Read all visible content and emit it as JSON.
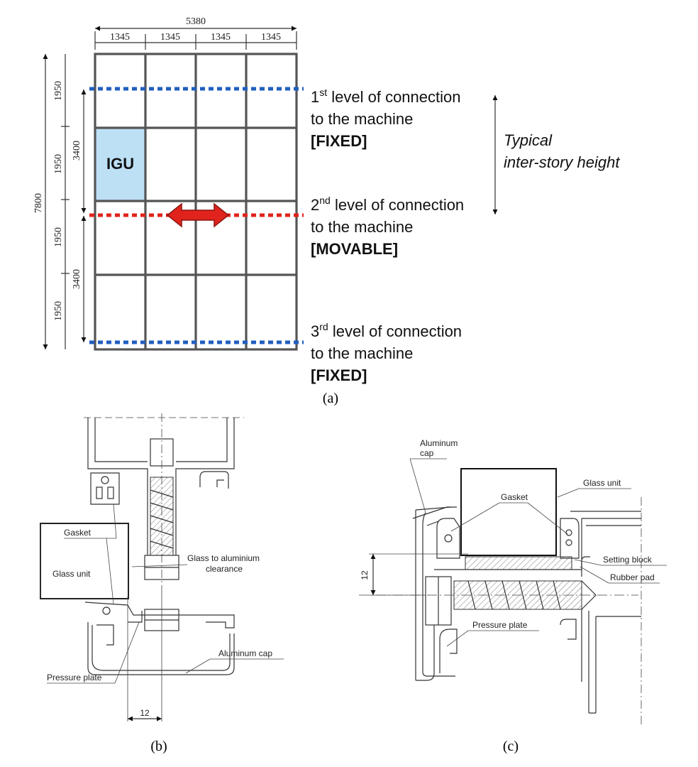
{
  "panel_a": {
    "top_dims": {
      "total": "5380",
      "c1": "1345",
      "c2": "1345",
      "c3": "1345",
      "c4": "1345"
    },
    "left_dims": {
      "total": "7800",
      "r1": "1950",
      "r2": "1950",
      "r3": "1950",
      "r4": "1950",
      "s1": "3400",
      "s2": "3400"
    },
    "igu_label": "IGU",
    "igu_color": "#bde0f5",
    "fixed_line_color": "#1f5fbf",
    "movable_line_color": "#e0231c",
    "level1": {
      "ord_num": "1",
      "ord_sup": "st",
      "rest": " level of connection",
      "line2": "to the machine",
      "line3": "[FIXED]"
    },
    "level2": {
      "ord_num": "2",
      "ord_sup": "nd",
      "rest": " level of connection",
      "line2": "to the machine",
      "line3": "[MOVABLE]"
    },
    "level3": {
      "ord_num": "3",
      "ord_sup": "rd",
      "rest": " level of connection",
      "line2": "to the machine",
      "line3": "[FIXED]"
    },
    "typical_line1": "Typical",
    "typical_line2": "inter-story height",
    "caption": "(a)"
  },
  "panel_b": {
    "gasket": "Gasket",
    "glass_unit": "Glass unit",
    "clearance_line1": "Glass to aluminium",
    "clearance_line2": "clearance",
    "pressure_plate": "Pressure plate",
    "aluminum_cap": "Aluminum cap",
    "dim_12": "12",
    "caption": "(b)"
  },
  "panel_c": {
    "aluminum_cap_line1": "Aluminum",
    "aluminum_cap_line2": "cap",
    "gasket": "Gasket",
    "glass_unit": "Glass unit",
    "setting_block": "Setting block",
    "rubber_pad": "Rubber pad",
    "pressure_plate": "Pressure plate",
    "dim_12": "12",
    "caption": "(c)"
  }
}
